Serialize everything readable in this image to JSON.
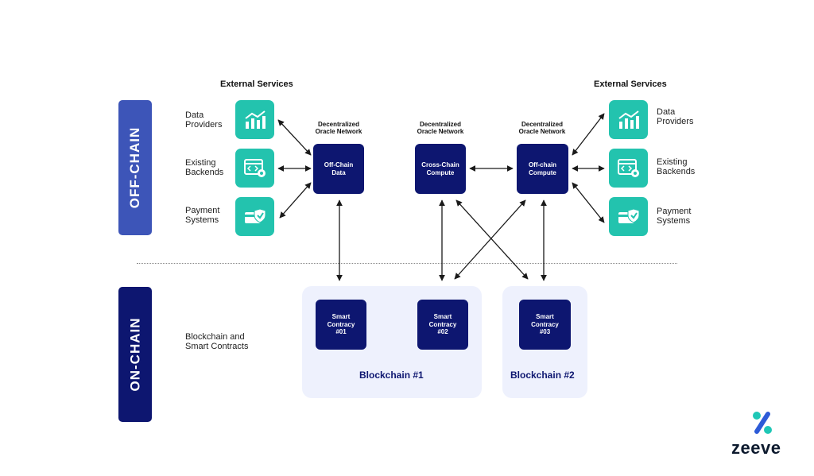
{
  "bands": {
    "off_chain": "OFF-CHAIN",
    "on_chain": "ON-CHAIN"
  },
  "external_services_left": {
    "heading": "External Services",
    "items": [
      {
        "label": "Data\nProviders",
        "icon": "chart-icon"
      },
      {
        "label": "Existing\nBackends",
        "icon": "code-gear-icon"
      },
      {
        "label": "Payment\nSystems",
        "icon": "payment-shield-icon"
      }
    ]
  },
  "external_services_right": {
    "heading": "External Services",
    "items": [
      {
        "label": "Data\nProviders",
        "icon": "chart-icon"
      },
      {
        "label": "Existing\nBackends",
        "icon": "code-gear-icon"
      },
      {
        "label": "Payment\nSystems",
        "icon": "payment-shield-icon"
      }
    ]
  },
  "oracle_nodes": [
    {
      "title": "Decentralized\nOracle Network",
      "label": "Off-Chain\nData"
    },
    {
      "title": "Decentralized\nOracle Network",
      "label": "Cross-Chain\nCompute"
    },
    {
      "title": "Decentralized\nOracle Network",
      "label": "Off-chain\nCompute"
    }
  ],
  "on_chain_label": "Blockchain and\nSmart Contracts",
  "contracts": [
    {
      "label": "Smart\nContracy\n#01"
    },
    {
      "label": "Smart\nContracy\n#02"
    },
    {
      "label": "Smart\nContracy\n#03"
    }
  ],
  "chains": [
    {
      "label": "Blockchain #1"
    },
    {
      "label": "Blockchain #2"
    }
  ],
  "brand": {
    "name": "zeeve"
  },
  "colors": {
    "teal": "#23c3ae",
    "navy": "#0d1670",
    "blue_band": "#3d55b8",
    "chain_bg": "#eef1fd"
  }
}
